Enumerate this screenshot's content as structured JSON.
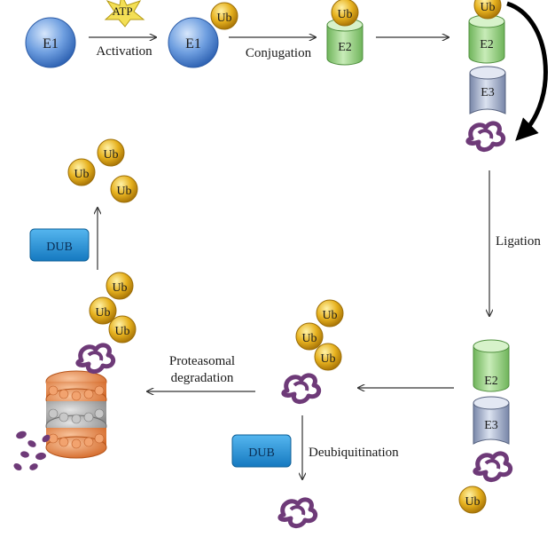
{
  "steps": {
    "activation": "Activation",
    "conjugation": "Conjugation",
    "ligation": "Ligation",
    "proteasomal_1": "Proteasomal",
    "proteasomal_2": "degradation",
    "deubiquitination": "Deubiquitination"
  },
  "molecules": {
    "atp": "ATP",
    "e1": "E1",
    "e2": "E2",
    "e3": "E3",
    "ub": "Ub",
    "dub": "DUB"
  },
  "colors": {
    "e1_blue": "#4d86d6",
    "e2_green": "#8fcf78",
    "e3_steel": "#9aa9c8",
    "ub_gold": "#e3a51a",
    "dub_blue": "#1b8fd6",
    "substrate_purple": "#6e3a78",
    "atp_yellow": "#f3df55",
    "proteasome_orange": "#e57f3e",
    "proteasome_gray": "#9a9a9a"
  },
  "icons": [
    "arrow-icon",
    "curved-arrow-icon",
    "atp-star-icon",
    "substrate-protein-icon",
    "proteasome-icon"
  ]
}
